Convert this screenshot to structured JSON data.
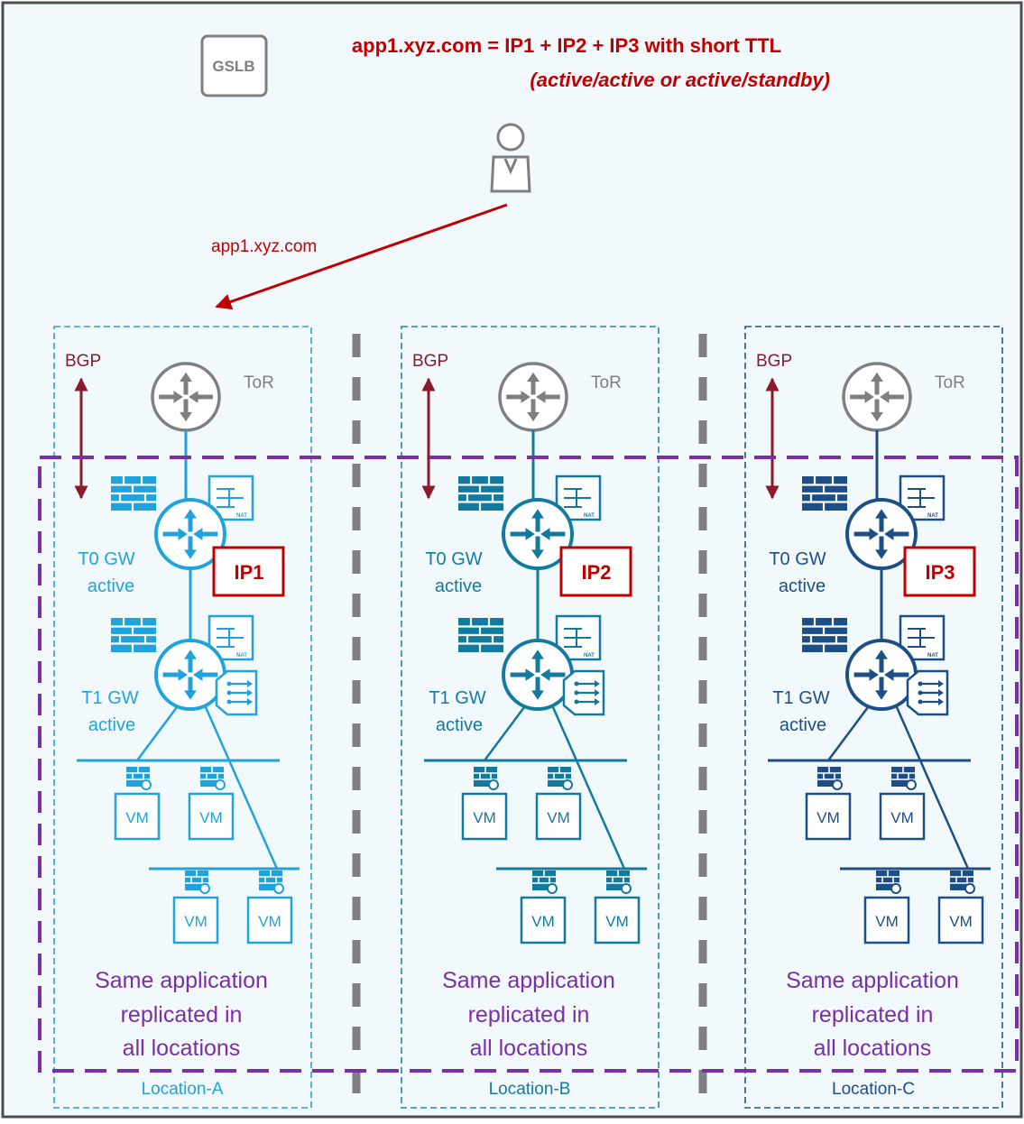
{
  "header": {
    "gslb_label": "GSLB",
    "dns_record": "app1.xyz.com = IP1 + IP2 + IP3 with short TTL",
    "mode_note": "(active/active or active/standby)"
  },
  "request_label": "app1.xyz.com",
  "colors": {
    "accent_red": "#c00000",
    "bgp_arrow": "#8b1a2b",
    "site_a": "#1fa3dc",
    "site_b": "#137a9f",
    "site_c": "#1b4f86",
    "router_gray": "#7f7f7f",
    "region_border": "#7b2fa6",
    "page_bg": "#f1f9fd"
  },
  "sites": [
    {
      "bgp_label": "BGP",
      "tor_label": "ToR",
      "t0_label": "T0 GW",
      "t0_state": "active",
      "ip_label": "IP1",
      "t1_label": "T1 GW",
      "t1_state": "active",
      "vm_label": "VM",
      "nat_label": "NAT",
      "replication_line1": "Same application",
      "replication_line2": "replicated in",
      "replication_line3": "all locations",
      "location_name": "Location-A"
    },
    {
      "bgp_label": "BGP",
      "tor_label": "ToR",
      "t0_label": "T0 GW",
      "t0_state": "active",
      "ip_label": "IP2",
      "t1_label": "T1 GW",
      "t1_state": "active",
      "vm_label": "VM",
      "nat_label": "NAT",
      "replication_line1": "Same application",
      "replication_line2": "replicated in",
      "replication_line3": "all locations",
      "location_name": "Location-B"
    },
    {
      "bgp_label": "BGP",
      "tor_label": "ToR",
      "t0_label": "T0 GW",
      "t0_state": "active",
      "ip_label": "IP3",
      "t1_label": "T1 GW",
      "t1_state": "active",
      "vm_label": "VM",
      "nat_label": "NAT",
      "replication_line1": "Same application",
      "replication_line2": "replicated in",
      "replication_line3": "all locations",
      "location_name": "Location-C"
    }
  ]
}
